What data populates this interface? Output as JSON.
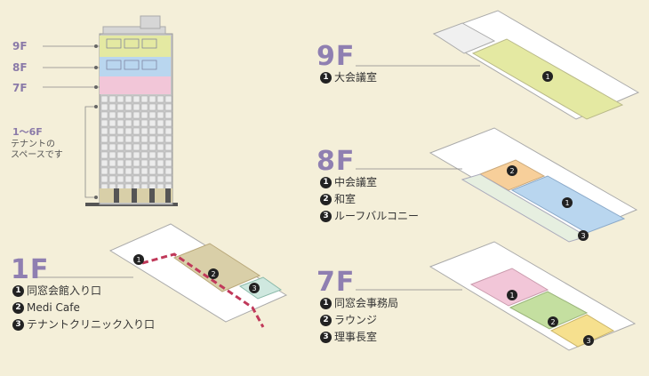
{
  "building": {
    "floors": [
      {
        "label": "9F",
        "color": "#e4e9a2"
      },
      {
        "label": "8F",
        "color": "#b9d6ef"
      },
      {
        "label": "7F",
        "color": "#f2c6d8"
      }
    ],
    "tenant_range": "1〜6F",
    "tenant_note_line1": "テナントの",
    "tenant_note_line2": "スペースです"
  },
  "plans": {
    "f9": {
      "title": "9F",
      "items": [
        {
          "n": "1",
          "label": "大会議室"
        }
      ]
    },
    "f8": {
      "title": "8F",
      "items": [
        {
          "n": "1",
          "label": "中会議室"
        },
        {
          "n": "2",
          "label": "和室"
        },
        {
          "n": "3",
          "label": "ルーフバルコニー"
        }
      ]
    },
    "f7": {
      "title": "7F",
      "items": [
        {
          "n": "1",
          "label": "同窓会事務局"
        },
        {
          "n": "2",
          "label": "ラウンジ"
        },
        {
          "n": "3",
          "label": "理事長室"
        }
      ]
    },
    "f1": {
      "title": "1F",
      "items": [
        {
          "n": "1",
          "label": "同窓会館入り口"
        },
        {
          "n": "2",
          "label": "Medi Cafe"
        },
        {
          "n": "3",
          "label": "テナントクリニック入り口"
        }
      ]
    }
  },
  "colors": {
    "hall": "#e4e9a2",
    "meeting": "#b9d6ef",
    "japanese_room": "#f7cf9a",
    "office": "#f2c6d8",
    "lounge": "#c4dfa0",
    "chairman": "#f6e08e",
    "cafe": "#d9cfa8",
    "clinic": "#cfe8df",
    "entrance_path": "#c0395a"
  }
}
